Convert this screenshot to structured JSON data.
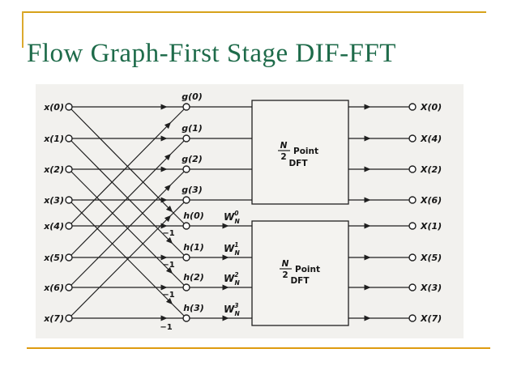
{
  "title": "Flow Graph-First Stage DIF-FFT",
  "colors": {
    "title_green": "#1e6b4a",
    "rule_gold": "#d6a21a",
    "diagram_line": "#1f1f1f"
  },
  "diagram": {
    "inputs": [
      "x(0)",
      "x(1)",
      "x(2)",
      "x(3)",
      "x(4)",
      "x(5)",
      "x(6)",
      "x(7)"
    ],
    "g_labels": [
      "g(0)",
      "g(1)",
      "g(2)",
      "g(3)"
    ],
    "h_labels": [
      "h(0)",
      "h(1)",
      "h(2)",
      "h(3)"
    ],
    "twiddle": {
      "base": "W",
      "sub": "N",
      "sups": [
        "0",
        "1",
        "2",
        "3"
      ]
    },
    "minus_one": "−1",
    "dft_box": {
      "numerator": "N",
      "denominator": "2",
      "point": "Point",
      "dft": "DFT"
    },
    "outputs_top": [
      "X(0)",
      "X(4)",
      "X(2)",
      "X(6)"
    ],
    "outputs_bottom": [
      "X(1)",
      "X(5)",
      "X(3)",
      "X(7)"
    ]
  }
}
